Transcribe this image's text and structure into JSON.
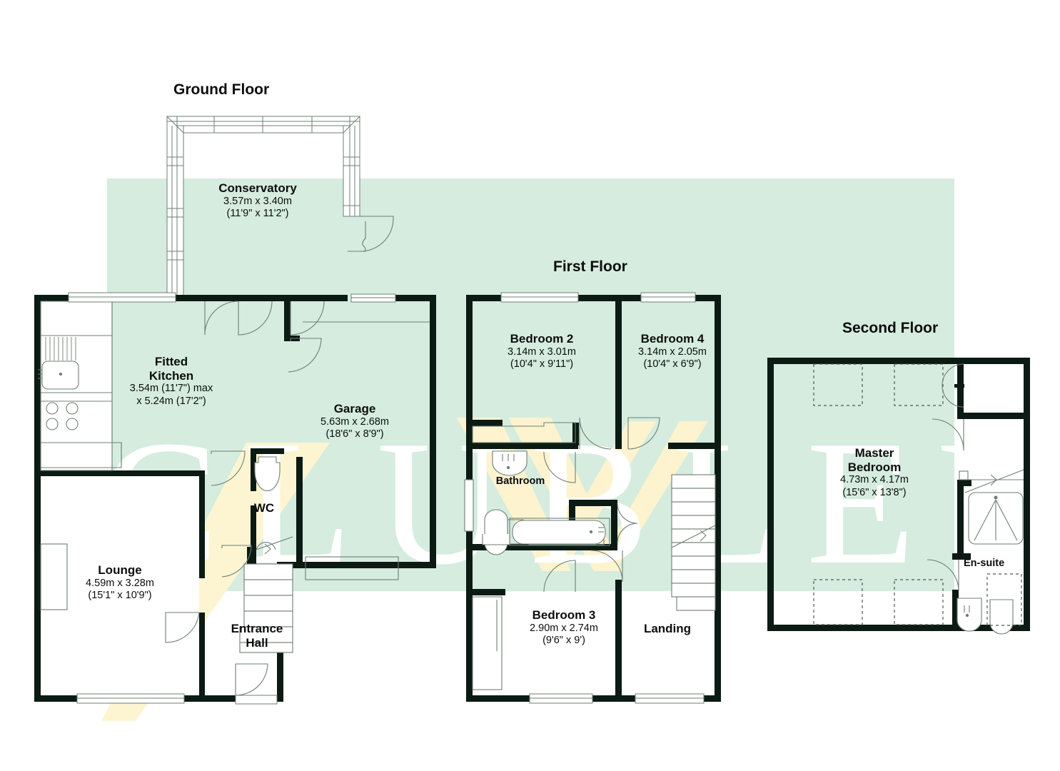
{
  "watermark": {
    "brand": "CLUBLEYS",
    "tint_color": "#d5ecdf",
    "chevron_color": "#fdf3cf",
    "wall_color": "#0c1a14"
  },
  "floors": [
    {
      "id": "ground",
      "title": "Ground Floor",
      "rooms": [
        {
          "id": "conservatory",
          "name": "Conservatory",
          "metric": "3.57m x 3.40m",
          "imperial": "(11'9\" x 11'2\")"
        },
        {
          "id": "fitted-kitchen",
          "name": "Fitted\nKitchen",
          "name_line1": "Fitted",
          "name_line2": "Kitchen",
          "metric": "3.54m (11'7\") max",
          "imperial": "x 5.24m (17'2\")"
        },
        {
          "id": "garage",
          "name": "Garage",
          "metric": "5.63m x 2.68m",
          "imperial": "(18'6\" x 8'9\")"
        },
        {
          "id": "lounge",
          "name": "Lounge",
          "metric": "4.59m x 3.28m",
          "imperial": "(15'1\" x 10'9\")"
        },
        {
          "id": "wc",
          "name": "WC",
          "metric": "",
          "imperial": ""
        },
        {
          "id": "entrance-hall",
          "name_line1": "Entrance",
          "name_line2": "Hall",
          "metric": "",
          "imperial": ""
        }
      ]
    },
    {
      "id": "first",
      "title": "First Floor",
      "rooms": [
        {
          "id": "bedroom-2",
          "name": "Bedroom 2",
          "metric": "3.14m x 3.01m",
          "imperial": "(10'4\" x 9'11\")"
        },
        {
          "id": "bedroom-4",
          "name": "Bedroom 4",
          "metric": "3.14m x 2.05m",
          "imperial": "(10'4\" x 6'9\")"
        },
        {
          "id": "bathroom",
          "name": "Bathroom",
          "metric": "",
          "imperial": ""
        },
        {
          "id": "bedroom-3",
          "name": "Bedroom 3",
          "metric": "2.90m x 2.74m",
          "imperial": "(9'6\" x 9')"
        },
        {
          "id": "landing",
          "name": "Landing",
          "metric": "",
          "imperial": ""
        }
      ]
    },
    {
      "id": "second",
      "title": "Second Floor",
      "rooms": [
        {
          "id": "master-bedroom",
          "name_line1": "Master",
          "name_line2": "Bedroom",
          "metric": "4.73m x 4.17m",
          "imperial": "(15'6\" x 13'8\")"
        },
        {
          "id": "en-suite",
          "name": "En-suite",
          "metric": "",
          "imperial": ""
        }
      ]
    }
  ]
}
